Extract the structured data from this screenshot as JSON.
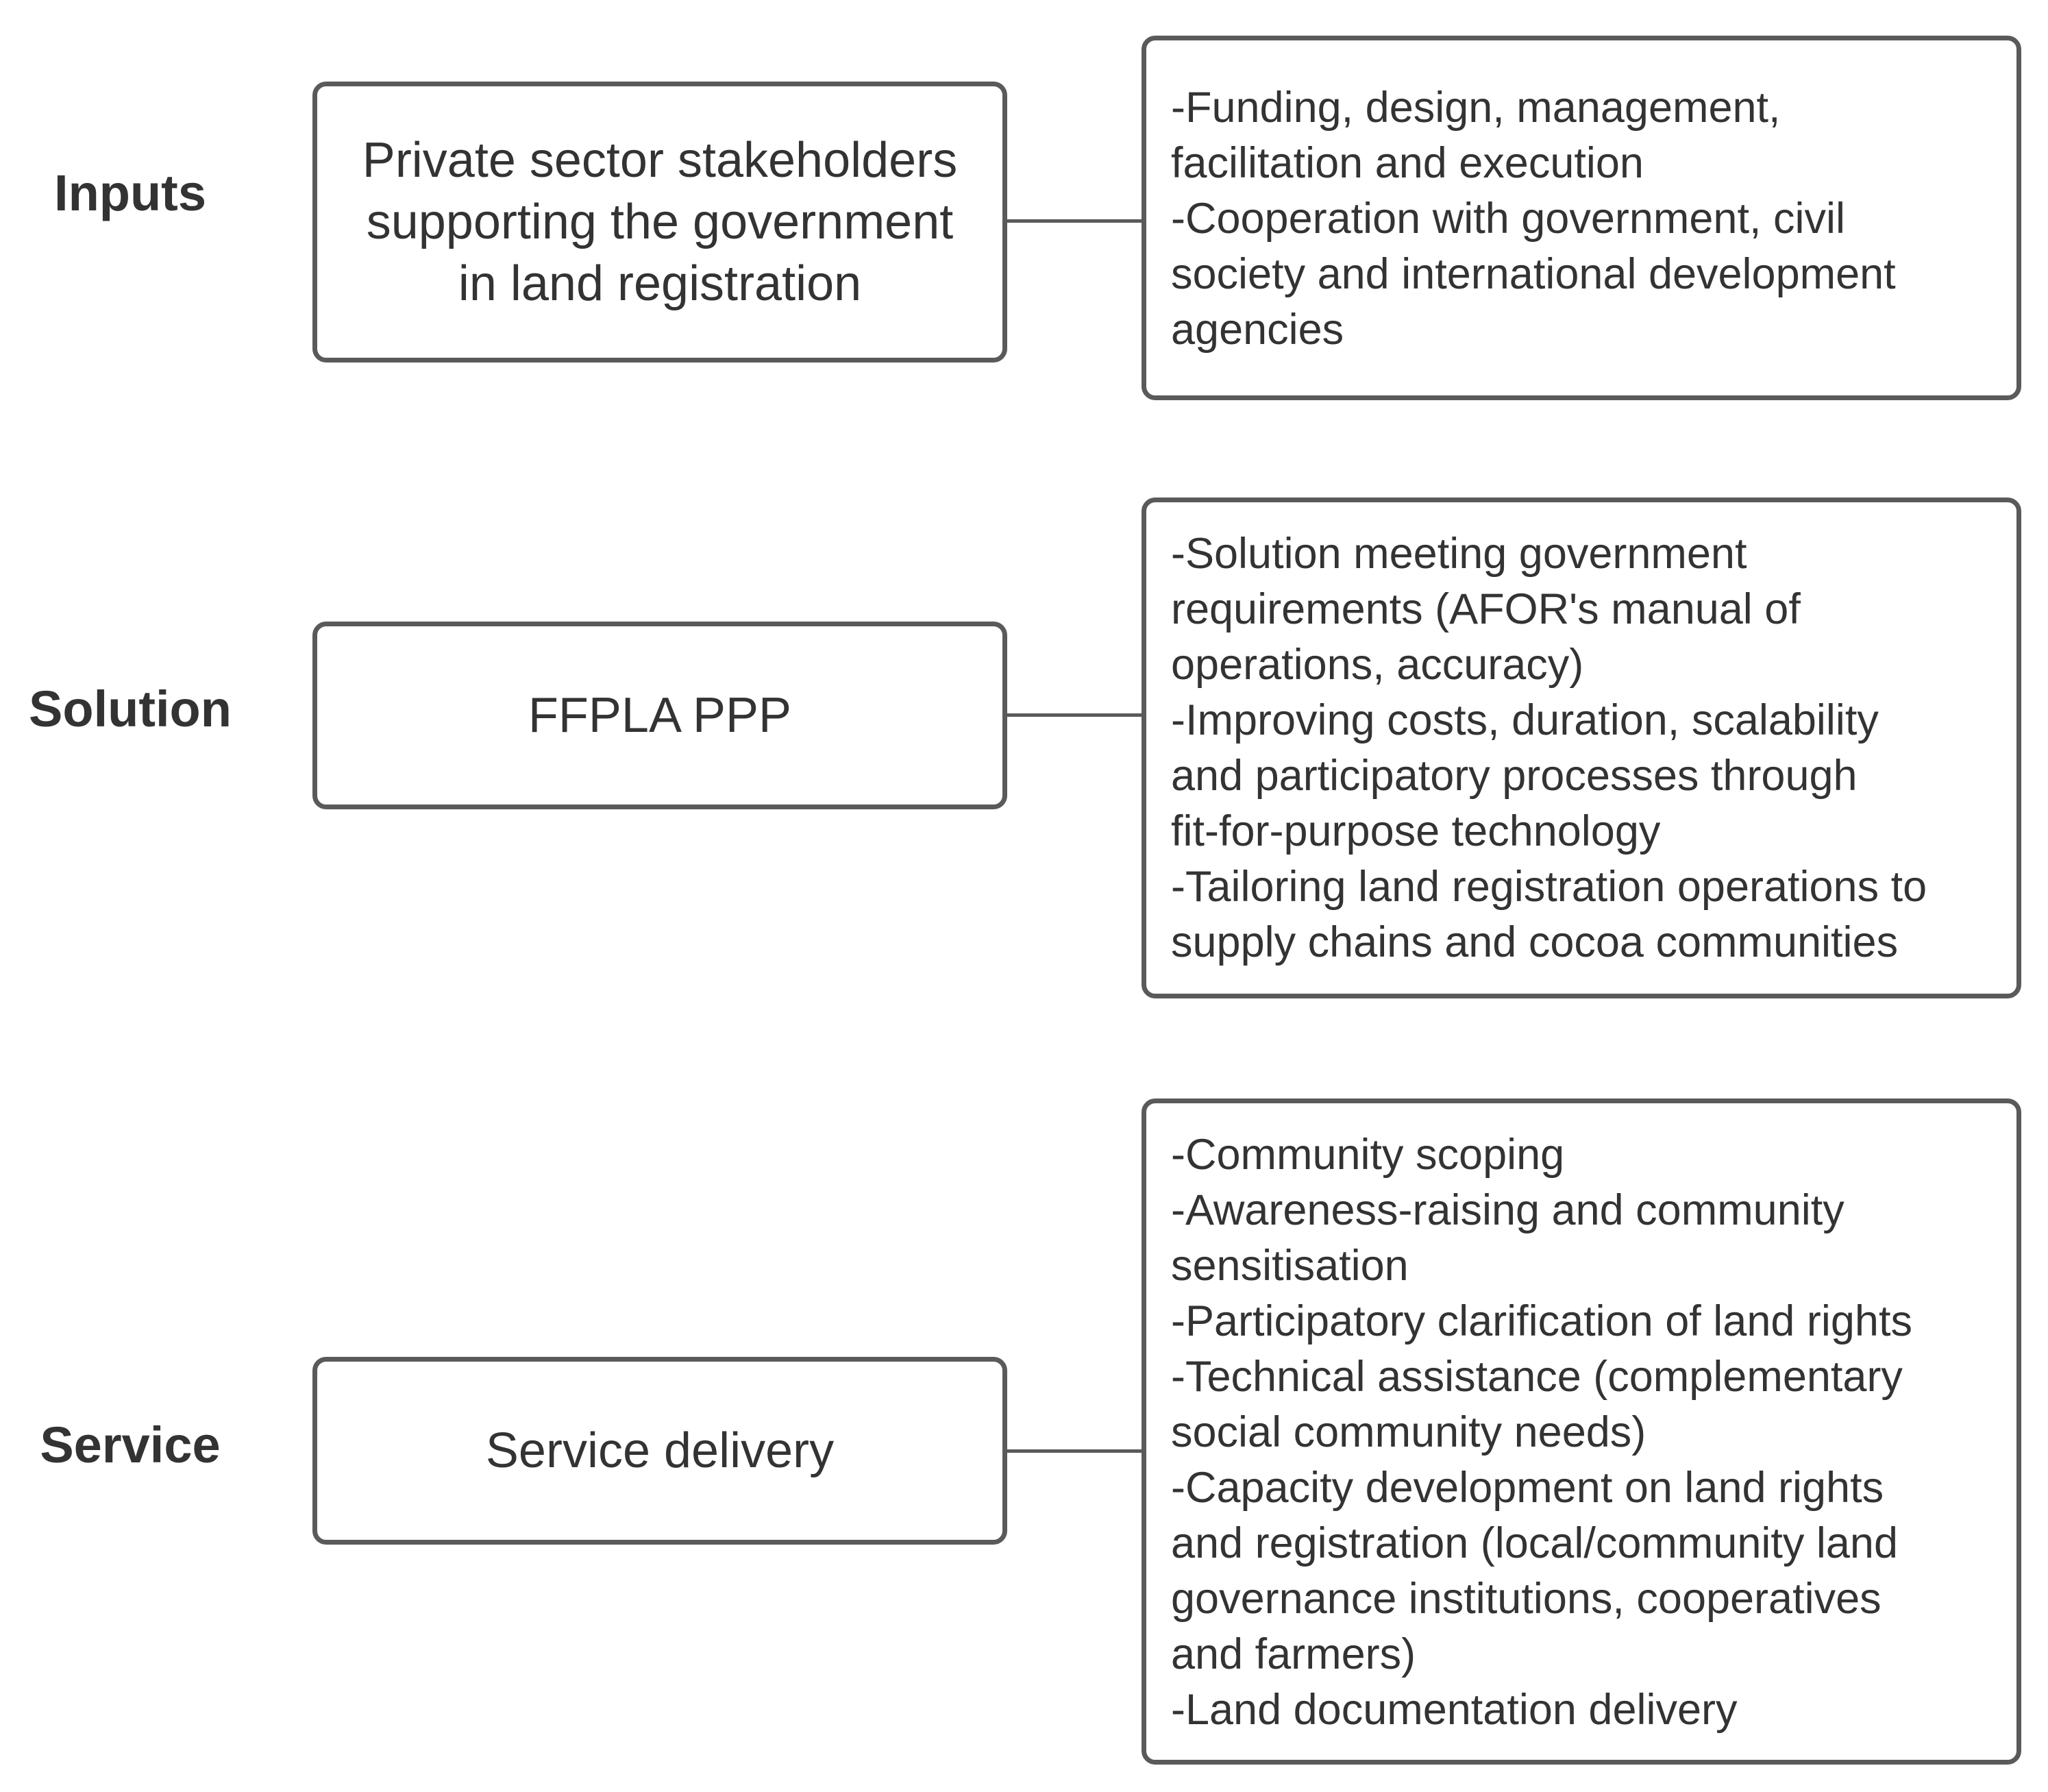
{
  "colors": {
    "border": "#5a5a5a",
    "text": "#333333",
    "background": "#ffffff"
  },
  "rows": [
    {
      "label": "Inputs",
      "box_text": [
        "Private sector stakeholders",
        "supporting the government",
        "in land registration"
      ],
      "details": [
        "-Funding, design, management,",
        "facilitation and execution",
        "-Cooperation with government, civil",
        "society and international development",
        "agencies"
      ]
    },
    {
      "label": "Solution",
      "box_text": [
        "FFPLA PPP"
      ],
      "details": [
        "-Solution meeting government",
        "requirements (AFOR's manual of",
        "operations, accuracy)",
        "-Improving costs, duration, scalability",
        "and participatory processes through",
        "fit-for-purpose technology",
        "-Tailoring land registration operations to",
        "supply chains and cocoa communities"
      ]
    },
    {
      "label": "Service",
      "box_text": [
        "Service delivery"
      ],
      "details": [
        "-Community scoping",
        "-Awareness-raising and community",
        "sensitisation",
        "-Participatory clarification of land rights",
        "-Technical assistance (complementary",
        "social community needs)",
        "-Capacity development on land rights",
        "and registration (local/community land",
        "governance institutions, cooperatives",
        "and farmers)",
        "-Land documentation delivery"
      ]
    }
  ]
}
